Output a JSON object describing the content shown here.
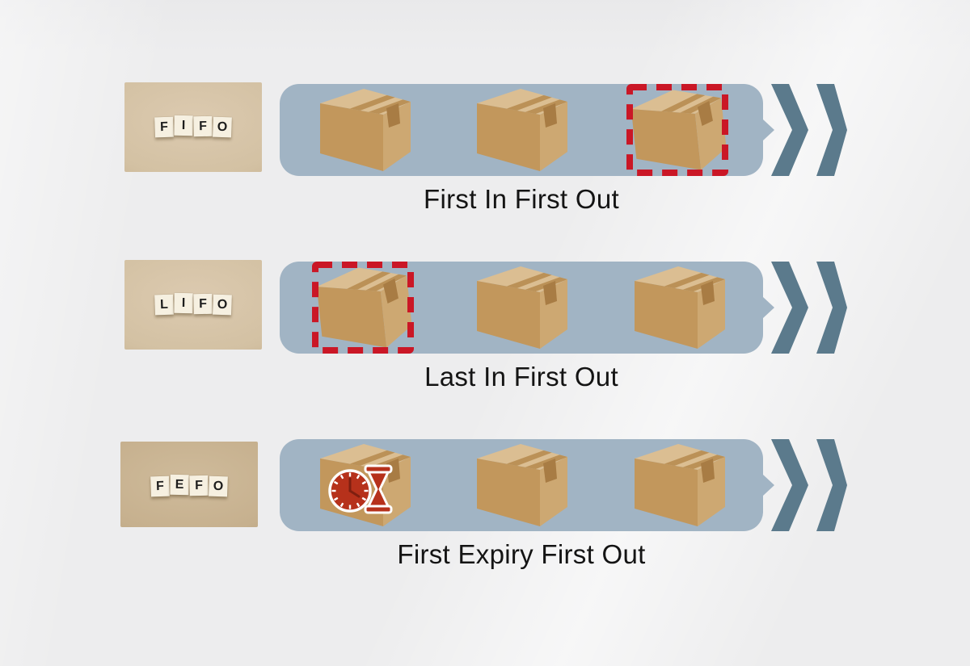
{
  "rows": [
    {
      "id": "fifo",
      "acronym": "FIFO",
      "letters": [
        "F",
        "I",
        "F",
        "O"
      ],
      "caption": "First In First Out",
      "box_count": 3,
      "highlight": {
        "box": "third",
        "style": "red-dashed-outline"
      }
    },
    {
      "id": "lifo",
      "acronym": "LIFO",
      "letters": [
        "L",
        "I",
        "F",
        "O"
      ],
      "caption": "Last In First Out",
      "box_count": 3,
      "highlight": {
        "box": "first",
        "style": "red-dashed-outline"
      }
    },
    {
      "id": "fefo",
      "acronym": "FEFO",
      "letters": [
        "F",
        "E",
        "F",
        "O"
      ],
      "caption": "First Expiry First Out",
      "box_count": 3,
      "highlight": {
        "box": "first",
        "style": "expiry-clock-icon"
      }
    }
  ],
  "icons": {
    "arrow": "double-chevron-right-icon",
    "expiry": "clock-and-hourglass-icon",
    "box": "cardboard-box-illustration"
  },
  "colors": {
    "background": "#ededee",
    "lane": "#a1b4c4",
    "chevron": "#5b7a8c",
    "highlight_red": "#ca1726",
    "expiry_icon_red": "#b6311b",
    "box_front": "#c2975c",
    "box_side": "#cda872",
    "box_top": "#dbbe92",
    "box_tape": "#bb9157",
    "caption_text": "#141414",
    "photo_bg": "#d3c1a3",
    "tile_bg": "#f6f0e1",
    "tile_text": "#1d1d1d"
  }
}
